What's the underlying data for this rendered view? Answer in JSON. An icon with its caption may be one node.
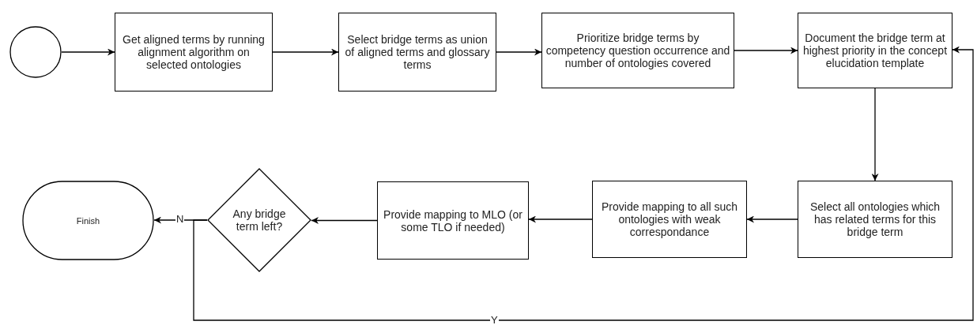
{
  "diagram": {
    "nodes": [
      {
        "text": [],
        "shape": "circle"
      },
      {
        "text": [
          "Get aligned terms by running alignment algorithm on selected ontologies"
        ]
      },
      {
        "text": [
          "Select bridge terms as union of aligned terms and glossary terms"
        ]
      },
      {
        "text": [
          "Prioritize bridge terms by competency question occurrence and number of ontologies covered"
        ]
      },
      {
        "text": [
          "Document the bridge term at highest priority in the concept elucidation template"
        ]
      },
      {
        "text": [
          "Select all ontologies which has related terms for this bridge term"
        ]
      },
      {
        "text": [
          "Provide mapping to all such ontologies with weak correspondance"
        ]
      },
      {
        "text": [
          "Provide mapping to MLO (or some TLO if needed)"
        ]
      },
      {
        "text": [
          "Any bridge term left?"
        ]
      },
      {
        "text": [
          "Finish"
        ]
      }
    ],
    "edges": [
      {
        "from": 0,
        "to": 1,
        "arrow": "to"
      },
      {
        "from": 1,
        "to": 2,
        "arrow": "to"
      },
      {
        "from": 2,
        "to": 3,
        "arrow": "to"
      },
      {
        "from": 3,
        "to": 4,
        "arrow": "to"
      },
      {
        "from": 4,
        "to": 5,
        "arrow": "to"
      },
      {
        "from": 5,
        "to": 6,
        "arrow": "to"
      },
      {
        "from": 6,
        "to": 7,
        "arrow": "to"
      },
      {
        "from": 7,
        "to": 8,
        "arrow": "to"
      },
      {
        "from": 8,
        "to": 9,
        "arrow": "to",
        "label": "N"
      },
      {
        "from": 8,
        "to": 4,
        "arrow": "to",
        "label": "Y"
      }
    ]
  }
}
